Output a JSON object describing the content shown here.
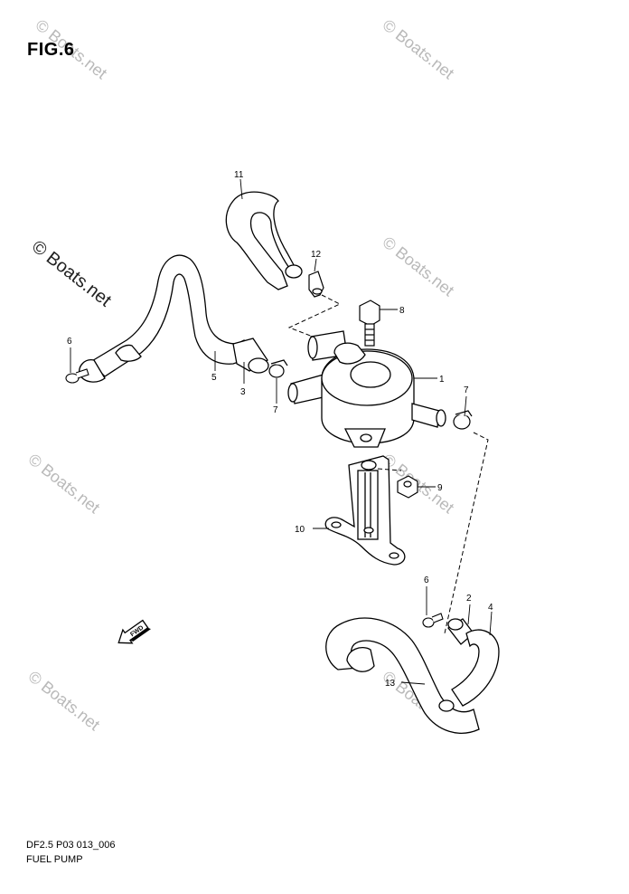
{
  "figure": {
    "title": "FIG.6",
    "drawing_code": "DF2.5 P03 013_006",
    "drawing_name": "FUEL PUMP"
  },
  "watermark": {
    "text": "© Boats.net"
  },
  "direction_arrow": {
    "label": "FWD"
  },
  "callouts": [
    {
      "id": "c1",
      "label": "1"
    },
    {
      "id": "c2",
      "label": "2"
    },
    {
      "id": "c3",
      "label": "3"
    },
    {
      "id": "c4",
      "label": "4"
    },
    {
      "id": "c5",
      "label": "5"
    },
    {
      "id": "c6a",
      "label": "6"
    },
    {
      "id": "c6b",
      "label": "6"
    },
    {
      "id": "c7a",
      "label": "7"
    },
    {
      "id": "c7b",
      "label": "7"
    },
    {
      "id": "c8",
      "label": "8"
    },
    {
      "id": "c9",
      "label": "9"
    },
    {
      "id": "c10",
      "label": "10"
    },
    {
      "id": "c11",
      "label": "11"
    },
    {
      "id": "c12",
      "label": "12"
    },
    {
      "id": "c13",
      "label": "13"
    }
  ],
  "colors": {
    "line": "#000000",
    "watermark": "#b9b9b9",
    "background": "#ffffff"
  }
}
